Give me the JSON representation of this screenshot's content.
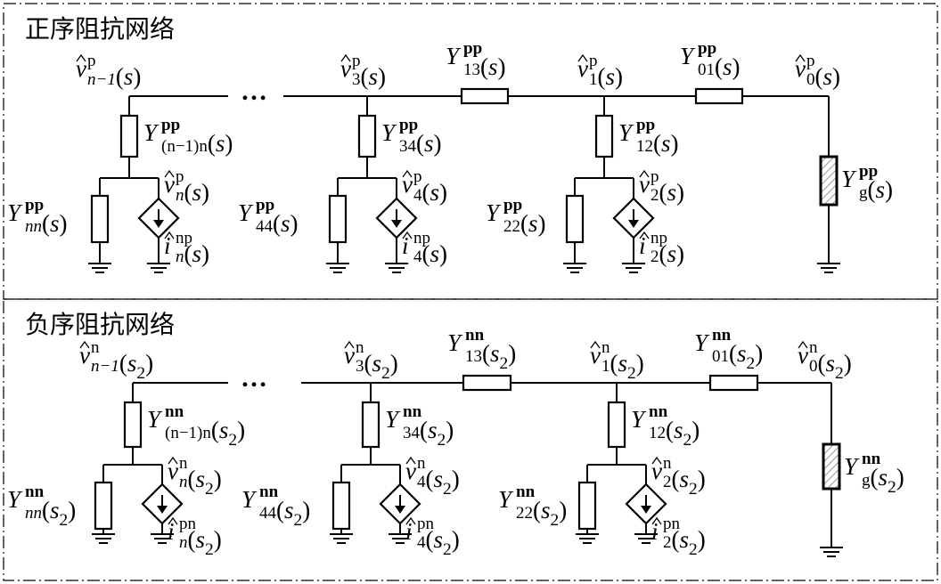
{
  "colors": {
    "line": "#000000",
    "hatch": "#9a9a9a",
    "background": "#ffffff"
  },
  "panels": [
    {
      "title": "正序阻抗网络",
      "pair": "pp",
      "sup": "p",
      "src_sup": "np",
      "arg": "s",
      "arg_sub": "",
      "ellipsis": "…",
      "sections": [
        {
          "vtop": "n−1",
          "yser": "(n−1)n",
          "vsrc": "n",
          "yshunt": "nn",
          "isrc": "n"
        },
        {
          "vtop": "3",
          "yser": "34",
          "vsrc": "4",
          "yshunt": "44",
          "isrc": "4"
        },
        {
          "vtop": "1",
          "yser": "12",
          "vsrc": "2",
          "yshunt": "22",
          "isrc": "2"
        }
      ],
      "bus": [
        {
          "sub": "13"
        },
        {
          "sub": "01"
        }
      ],
      "v0": "0",
      "ground_branch": "g"
    },
    {
      "title": "负序阻抗网络",
      "pair": "nn",
      "sup": "n",
      "src_sup": "pn",
      "arg": "s",
      "arg_sub": "2",
      "ellipsis": "…",
      "sections": [
        {
          "vtop": "n−1",
          "yser": "(n−1)n",
          "vsrc": "n",
          "yshunt": "nn",
          "isrc": "n"
        },
        {
          "vtop": "3",
          "yser": "34",
          "vsrc": "4",
          "yshunt": "44",
          "isrc": "4"
        },
        {
          "vtop": "1",
          "yser": "12",
          "vsrc": "2",
          "yshunt": "22",
          "isrc": "2"
        }
      ],
      "bus": [
        {
          "sub": "13"
        },
        {
          "sub": "01"
        }
      ],
      "v0": "0",
      "ground_branch": "g"
    }
  ]
}
